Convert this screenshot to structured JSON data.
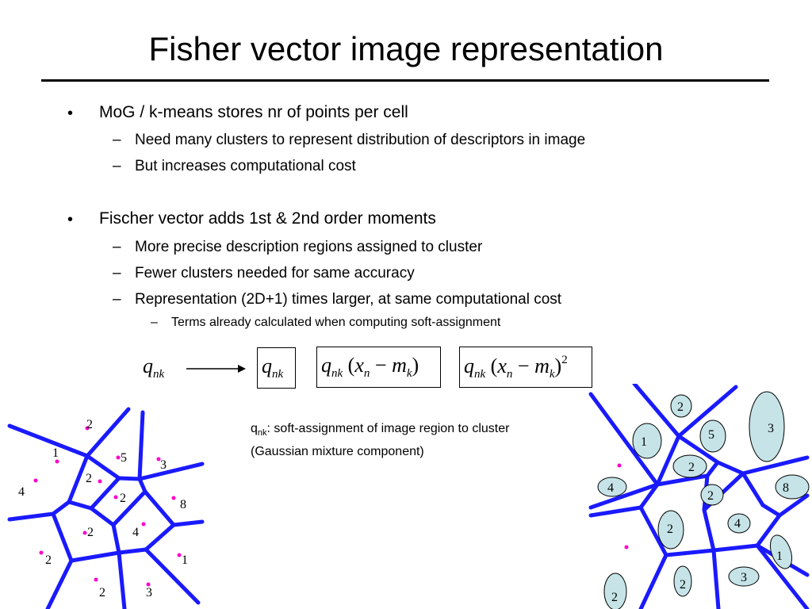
{
  "title": "Fisher vector image representation",
  "bullets": [
    {
      "text": "MoG / k-means stores nr of points per cell",
      "subs": [
        "Need many clusters to represent distribution of descriptors in image",
        "But increases computational cost"
      ]
    },
    {
      "text": "Fischer vector adds 1st & 2nd order moments",
      "subs": [
        "More precise description regions assigned to cluster",
        "Fewer clusters needed for same accuracy",
        "Representation (2D+1) times larger, at same computational cost"
      ],
      "subsub": "Terms already calculated when computing soft-assignment"
    }
  ],
  "markers": {
    "bullet": "•",
    "dash": "–"
  },
  "formulas": {
    "q": "q",
    "nk": "nk",
    "x": "x",
    "n": "n",
    "m": "m",
    "k": "k",
    "exp": "2"
  },
  "caption": {
    "q": "q",
    "sub": "nk",
    "text": ": soft-assignment of image region to cluster (Gaussian mixture component)"
  },
  "left_diagram": {
    "labels": [
      "2",
      "1",
      "5",
      "3",
      "4",
      "2",
      "2",
      "8",
      "2",
      "4",
      "2",
      "1",
      "2",
      "3"
    ]
  },
  "right_diagram": {
    "labels": [
      "2",
      "3",
      "1",
      "5",
      "2",
      "4",
      "8",
      "2",
      "4",
      "2",
      "1",
      "2",
      "3",
      "2"
    ]
  },
  "colors": {
    "edges": "#1a1aff",
    "points": "#ff00cc",
    "ellipse_fill": "#c6e4e8"
  }
}
